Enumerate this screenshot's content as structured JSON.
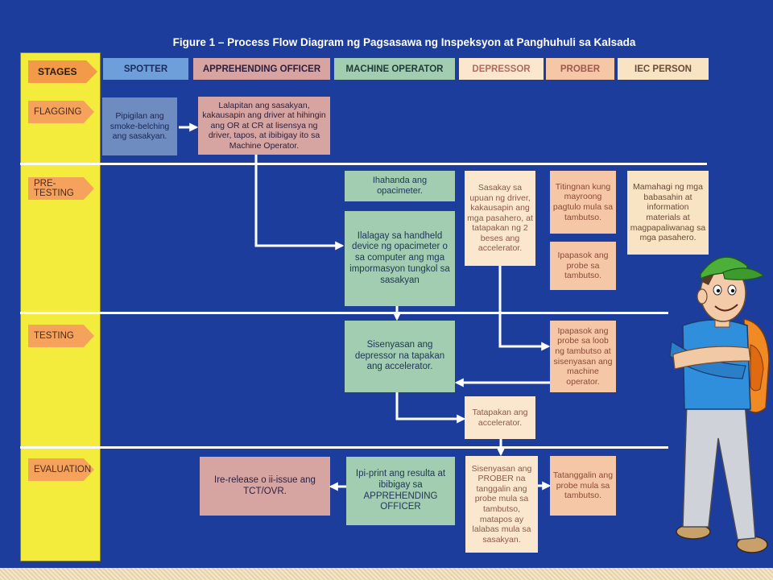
{
  "title": "Figure 1 – Process Flow Diagram ng Pagsasawa ng Inspeksyon at Panghuhuli sa Kalsada",
  "stages": {
    "header": "STAGES",
    "flagging": "FLAGGING",
    "pre_testing": "PRE-TESTING",
    "testing": "TESTING",
    "evaluation": "EVALUATION"
  },
  "roles": {
    "spotter": "SPOTTER",
    "apprehending_officer": "APPREHENDING OFFICER",
    "machine_operator": "MACHINE OPERATOR",
    "depressor": "DEPRESSOR",
    "prober": "PROBER",
    "iec_person": "IEC PERSON"
  },
  "steps": {
    "flagging": {
      "spotter": "Pipigilan ang smoke-belching ang sasakyan.",
      "apprehending_officer": "Lalapitan ang sasakyan, kakausapin ang driver at hihingin ang OR at CR at lisensya ng driver, tapos, at ibibigay ito sa Machine Operator."
    },
    "pre_testing": {
      "machine_operator_prepare": "Ihahanda ang opacimeter.",
      "machine_operator_input": "Ilalagay sa handheld device ng opacimeter o sa computer ang mga impormasyon tungkol sa sasakyan",
      "depressor": "Sasakay sa upuan ng driver, kakausapin ang mga pasahero, at tatapakan ng 2 beses ang accelerator.",
      "prober_check": "Titingnan kung mayroong pagtulo mula sa tambutso.",
      "prober_insert": "Ipapasok ang probe sa tambutso.",
      "iec_person": "Mamahagi ng mga babasahin at information materials at magpapaliwanag sa mga pasahero."
    },
    "testing": {
      "machine_operator": "Sisenyasan ang depressor na tapakan ang accelerator.",
      "prober": "Ipapasok ang probe sa loob ng tambutso at sisenyasan ang machine operator.",
      "depressor": "Tatapakan ang accelerator."
    },
    "evaluation": {
      "apprehending_officer": "Ire-release o ii-issue ang TCT/OVR.",
      "machine_operator": "Ipi-print ang resulta at ibibigay sa APPREHENDING OFFICER",
      "depressor": "Sisenyasan ang PROBER na tanggalin ang probe mula sa tambutso, matapos ay lalabas mula sa sasakyan.",
      "prober": "Tatanggalin ang probe mula sa tambutso."
    }
  },
  "colors": {
    "background": "#1c3d9b",
    "stage_column": "#f4ec3c",
    "stage_label": "#f5a35c",
    "spotter": "#6f8cc0",
    "apprehending_officer": "#d6a5a2",
    "machine_operator": "#a2cdb0",
    "depressor": "#fbe7cd",
    "prober": "#f6c7a6",
    "iec_person": "#f8e3c2",
    "connector": "#ffffff"
  }
}
